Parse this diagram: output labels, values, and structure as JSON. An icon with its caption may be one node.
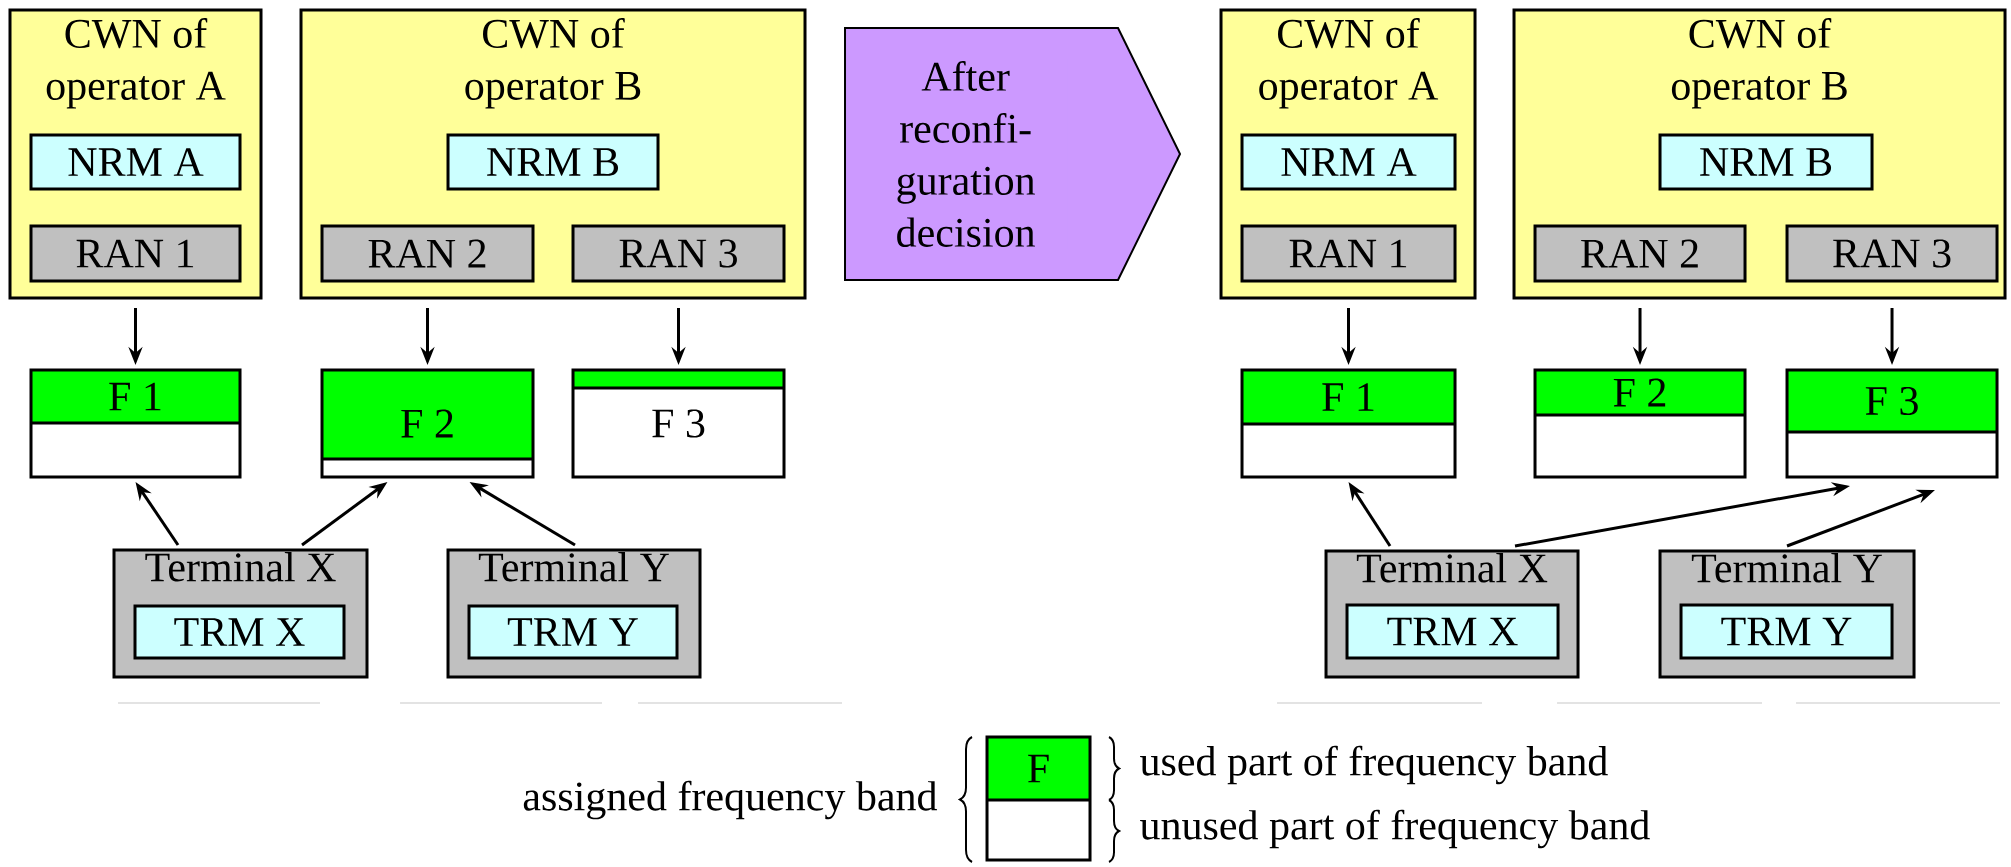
{
  "diagram": {
    "nodes": [
      {
        "text": [
          "CWN of operator A"
        ]
      },
      {
        "text": [
          "NRM A"
        ],
        "in": 0
      },
      {
        "text": [
          "RAN 1"
        ],
        "in": 0
      },
      {
        "text": [
          "CWN of operator B"
        ]
      },
      {
        "text": [
          "NRM B"
        ],
        "in": 3
      },
      {
        "text": [
          "RAN 2"
        ],
        "in": 3
      },
      {
        "text": [
          "RAN 3"
        ],
        "in": 3
      },
      {
        "text": [
          "F 1"
        ]
      },
      {
        "text": [
          "F 2"
        ]
      },
      {
        "text": [
          "F 3"
        ]
      },
      {
        "text": [
          "Terminal X"
        ]
      },
      {
        "text": [
          "TRM X"
        ],
        "in": 10
      },
      {
        "text": [
          "Terminal Y"
        ]
      },
      {
        "text": [
          "TRM Y"
        ],
        "in": 12
      },
      {
        "text": [
          "CWN of operator A"
        ]
      },
      {
        "text": [
          "NRM A"
        ],
        "in": 14
      },
      {
        "text": [
          "RAN 1"
        ],
        "in": 14
      },
      {
        "text": [
          "CWN of operator B"
        ]
      },
      {
        "text": [
          "NRM B"
        ],
        "in": 17
      },
      {
        "text": [
          "RAN 2"
        ],
        "in": 17
      },
      {
        "text": [
          "RAN 3"
        ],
        "in": 17
      },
      {
        "text": [
          "F 1"
        ]
      },
      {
        "text": [
          "F 2"
        ]
      },
      {
        "text": [
          "F 3"
        ]
      },
      {
        "text": [
          "Terminal X"
        ]
      },
      {
        "text": [
          "TRM X"
        ],
        "in": 24
      },
      {
        "text": [
          "Terminal Y"
        ]
      },
      {
        "text": [
          "TRM Y"
        ],
        "in": 26
      },
      {
        "text": [
          "F"
        ]
      }
    ],
    "edges": [
      {
        "from": 2,
        "to": 7,
        "arrow": "to"
      },
      {
        "from": 5,
        "to": 8,
        "arrow": "to"
      },
      {
        "from": 6,
        "to": 9,
        "arrow": "to"
      },
      {
        "from": 10,
        "to": 7,
        "arrow": "to"
      },
      {
        "from": 10,
        "to": 8,
        "arrow": "to"
      },
      {
        "from": 12,
        "to": 8,
        "arrow": "to"
      },
      {
        "from": 16,
        "to": 21,
        "arrow": "to"
      },
      {
        "from": 19,
        "to": 22,
        "arrow": "to"
      },
      {
        "from": 20,
        "to": 23,
        "arrow": "to"
      },
      {
        "from": 24,
        "to": 21,
        "arrow": "to"
      },
      {
        "from": 24,
        "to": 23,
        "arrow": "to"
      },
      {
        "from": 26,
        "to": 23,
        "arrow": "to"
      },
      {
        "from": 3,
        "to": 14,
        "arrow": "to",
        "label": "After reconfi- guration decision",
        "style": "thick",
        "color": "#cc99ff"
      }
    ],
    "labels": [
      "assigned frequency band",
      "used part of frequency band",
      "unused part of frequency band"
    ]
  }
}
